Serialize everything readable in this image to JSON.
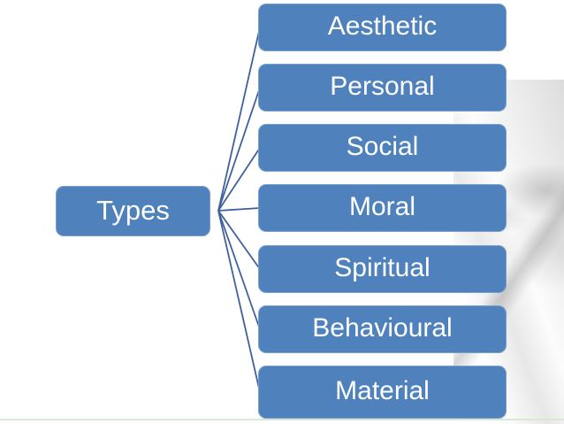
{
  "diagram": {
    "root_label": "Types",
    "children": [
      {
        "label": "Aesthetic"
      },
      {
        "label": "Personal"
      },
      {
        "label": "Social"
      },
      {
        "label": "Moral"
      },
      {
        "label": "Spiritual"
      },
      {
        "label": "Behavioural"
      },
      {
        "label": "Material"
      }
    ],
    "colors": {
      "node_fill": "#4F81BD",
      "node_text": "#FFFFFF",
      "connector": "#40619C",
      "bottom_rule": "#D9EAD3"
    }
  }
}
